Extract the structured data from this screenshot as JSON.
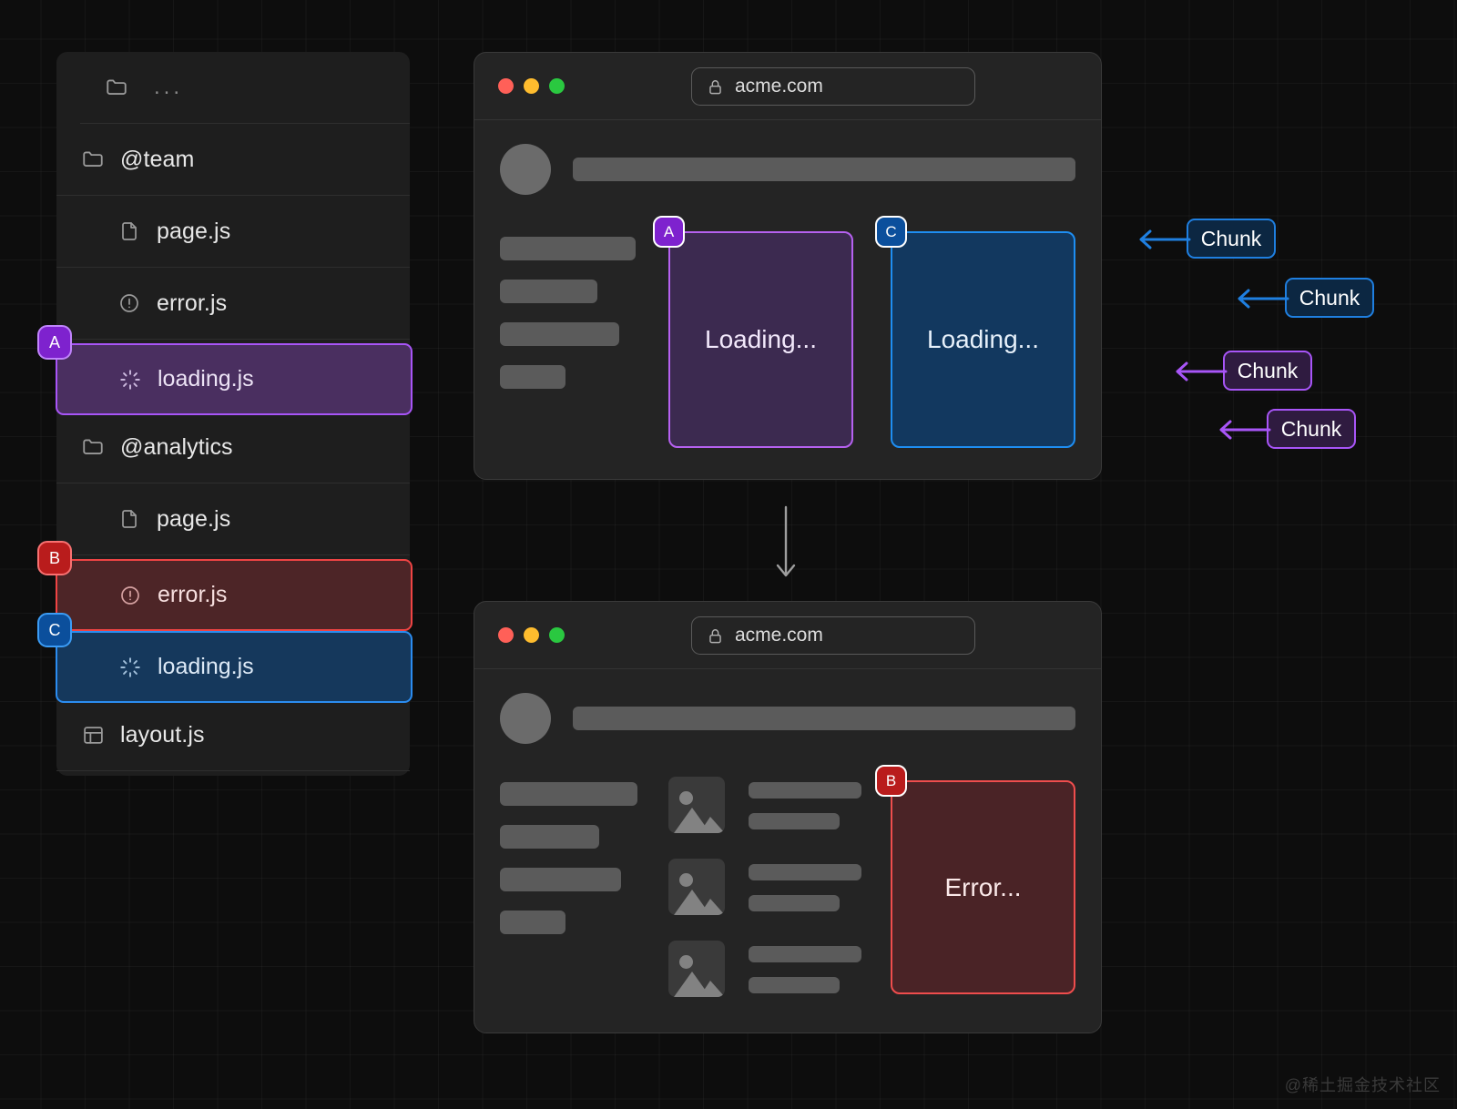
{
  "filetree": {
    "rows": [
      {
        "id": "dots",
        "icon": "folder-icon",
        "label": "...",
        "indent": false,
        "state": "normal"
      },
      {
        "id": "team",
        "icon": "folder-icon",
        "label": "@team",
        "indent": false,
        "state": "normal"
      },
      {
        "id": "team-page",
        "icon": "file-icon",
        "label": "page.js",
        "indent": true,
        "state": "normal"
      },
      {
        "id": "team-error",
        "icon": "alert-icon",
        "label": "error.js",
        "indent": true,
        "state": "normal"
      },
      {
        "id": "team-loading",
        "icon": "spinner-icon",
        "label": "loading.js",
        "indent": true,
        "state": "highlight-purple",
        "badge": "A"
      },
      {
        "id": "analytics",
        "icon": "folder-icon",
        "label": "@analytics",
        "indent": false,
        "state": "normal"
      },
      {
        "id": "an-page",
        "icon": "file-icon",
        "label": "page.js",
        "indent": true,
        "state": "normal"
      },
      {
        "id": "an-error",
        "icon": "alert-icon",
        "label": "error.js",
        "indent": true,
        "state": "highlight-red",
        "badge": "B"
      },
      {
        "id": "an-loading",
        "icon": "spinner-icon",
        "label": "loading.js",
        "indent": true,
        "state": "highlight-blue",
        "badge": "C"
      },
      {
        "id": "layout",
        "icon": "layout-icon",
        "label": "layout.js",
        "indent": false,
        "state": "normal"
      }
    ]
  },
  "browser_top": {
    "url": "acme.com",
    "lock_icon": "lock-icon",
    "traffic_lights": [
      "close-red",
      "minimize-yellow",
      "maximize-green"
    ],
    "skeleton_bar_widths": [
      "100%",
      "72%",
      "88%",
      "48%"
    ],
    "cards": [
      {
        "badge": "A",
        "label": "Loading...",
        "color": "purple",
        "accent": "#b661f0"
      },
      {
        "badge": "C",
        "label": "Loading...",
        "color": "blue",
        "accent": "#1e8ef2"
      }
    ]
  },
  "browser_bottom": {
    "url": "acme.com",
    "lock_icon": "lock-icon",
    "traffic_lights": [
      "close-red",
      "minimize-yellow",
      "maximize-green"
    ],
    "skeleton_bar_widths": [
      "100%",
      "72%",
      "88%",
      "48%"
    ],
    "media_items": [
      {
        "thumb": "image-placeholder-icon",
        "line_widths": [
          "100%",
          "68%"
        ]
      },
      {
        "thumb": "image-placeholder-icon",
        "line_widths": [
          "100%",
          "68%"
        ]
      },
      {
        "thumb": "image-placeholder-icon",
        "line_widths": [
          "100%",
          "68%"
        ]
      }
    ],
    "cards": [
      {
        "badge": "B",
        "label": "Error...",
        "color": "red",
        "accent": "#ef4d4d"
      }
    ]
  },
  "flow": {
    "arrow_icon": "down-arrow-icon"
  },
  "chunks": [
    {
      "label": "Chunk",
      "color": "blue",
      "accent": "#1f7fe0"
    },
    {
      "label": "Chunk",
      "color": "blue",
      "accent": "#1f7fe0"
    },
    {
      "label": "Chunk",
      "color": "purple",
      "accent": "#a855f7"
    },
    {
      "label": "Chunk",
      "color": "purple",
      "accent": "#a855f7"
    }
  ],
  "watermark": "@稀土掘金技术社区"
}
